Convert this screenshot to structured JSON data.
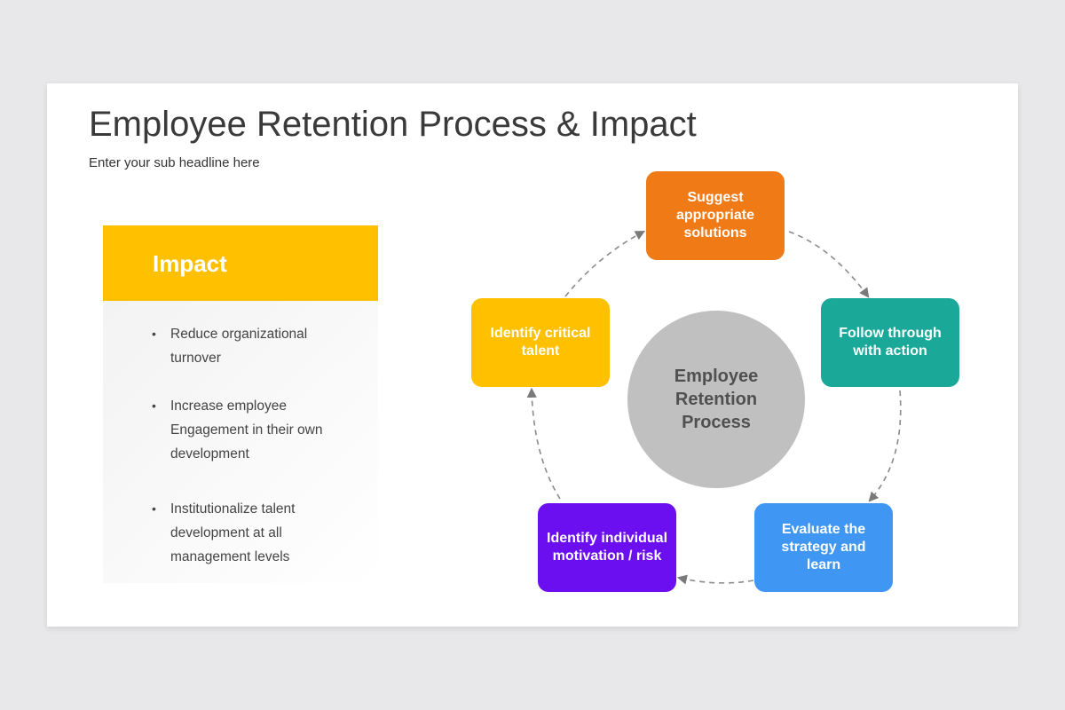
{
  "title": "Employee Retention Process & Impact",
  "subtitle": "Enter your sub headline here",
  "impact": {
    "heading": "Impact",
    "items": [
      "Reduce organizational turnover",
      "Increase employee Engagement in their own development",
      "Institutionalize talent development at all management levels"
    ]
  },
  "cycle": {
    "center_label": "Employee Retention Process",
    "steps": [
      {
        "label": "Suggest appropriate solutions",
        "color": "#f07a16"
      },
      {
        "label": "Follow through with action",
        "color": "#1aa899"
      },
      {
        "label": "Evaluate the strategy and learn",
        "color": "#3f97f3"
      },
      {
        "label": "Identify individual motivation / risk",
        "color": "#6c0ff0"
      },
      {
        "label": "Identify critical talent",
        "color": "#ffc000"
      }
    ]
  }
}
